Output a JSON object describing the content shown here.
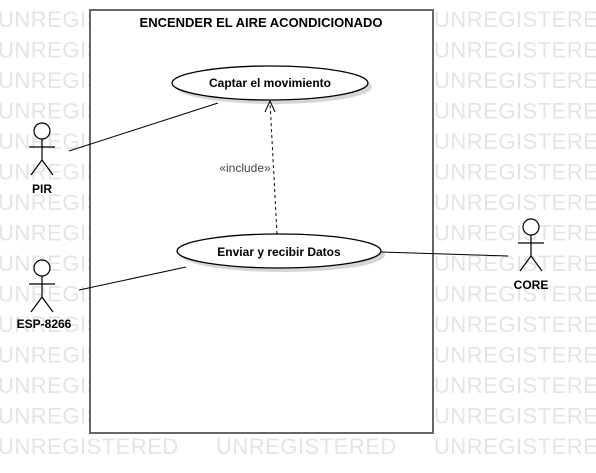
{
  "watermark": {
    "text": "UNREGISTERED"
  },
  "system": {
    "title": "ENCENDER EL AIRE ACONDICIONADO"
  },
  "use_cases": {
    "captar": "Captar el movimiento",
    "enviar": "Enviar y recibir Datos"
  },
  "actors": {
    "pir": "PIR",
    "esp": "ESP-8266",
    "core": "CORE"
  },
  "relations": {
    "include_label": "«include»"
  }
}
